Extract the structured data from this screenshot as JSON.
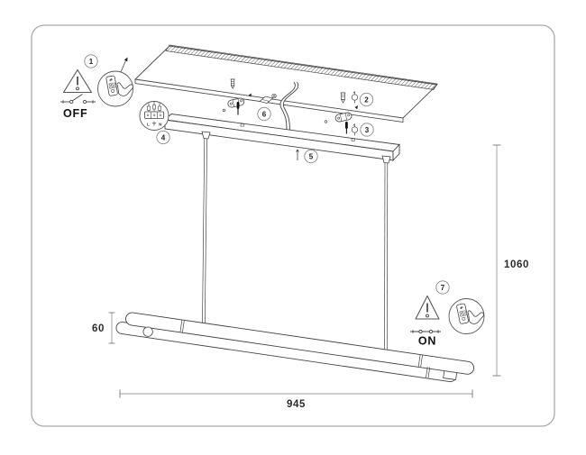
{
  "labels": {
    "off": "OFF",
    "on": "ON"
  },
  "dimensions": {
    "lamp_height": "60",
    "overall_width": "945",
    "drop_height": "1060"
  },
  "callouts": [
    "1",
    "2",
    "3",
    "4",
    "5",
    "6",
    "7"
  ],
  "wiring": {
    "live": "L",
    "neutral": "N"
  },
  "colors": {
    "line": "#444444",
    "border": "#a9a9a9",
    "dim_line": "#9b9b9b",
    "text": "#2b2b2b"
  }
}
